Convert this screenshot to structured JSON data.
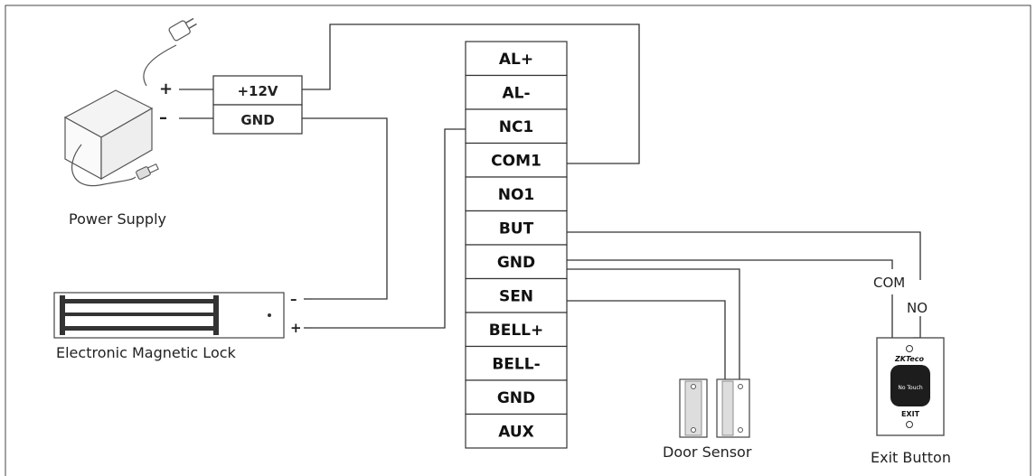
{
  "diagram": {
    "terminals": [
      "AL+",
      "AL-",
      "NC1",
      "COM1",
      "NO1",
      "BUT",
      "GND",
      "SEN",
      "BELL+",
      "BELL-",
      "GND",
      "AUX"
    ],
    "power_supply": {
      "label": "Power Supply",
      "plus_sign": "+",
      "minus_sign": "–",
      "terminal_12v": "+12V",
      "terminal_gnd": "GND"
    },
    "lock": {
      "label": "Electronic Magnetic Lock",
      "minus_sign": "–",
      "plus_sign": "+"
    },
    "door_sensor": {
      "label": "Door Sensor"
    },
    "exit_button": {
      "label": "Exit Button",
      "com_label": "COM",
      "no_label": "NO",
      "brand": "ZKTeco",
      "touch_text": "No Touch",
      "exit_text": "EXIT"
    }
  }
}
